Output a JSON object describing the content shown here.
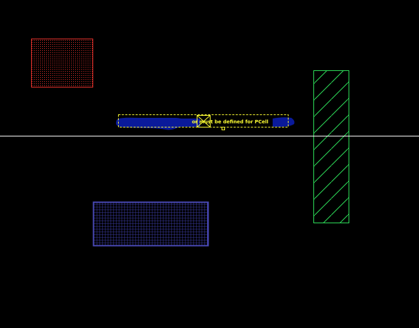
{
  "canvas": {
    "background": "#000000"
  },
  "crosshair": {
    "color": "#ffffff"
  },
  "shapes": {
    "red_dot_rect": {
      "stroke": "#e0302a",
      "fill_pattern": "dots",
      "fill_color": "#e0302a"
    },
    "green_hatch_rect": {
      "stroke": "#2ee05a",
      "fill_pattern": "diagonal-hatch",
      "fill_color": "#2ee05a"
    },
    "blue_grid_rect": {
      "stroke": "#4a4ab8",
      "fill_pattern": "grid",
      "fill_color": "#3a3aa0"
    }
  },
  "pcell_instance": {
    "label": "or must be defined for PCell",
    "label_color": "#ffff33",
    "outline_color": "#ffff33",
    "blob_color": "#0a1a9a",
    "origin_marker": "x-box-icon"
  }
}
